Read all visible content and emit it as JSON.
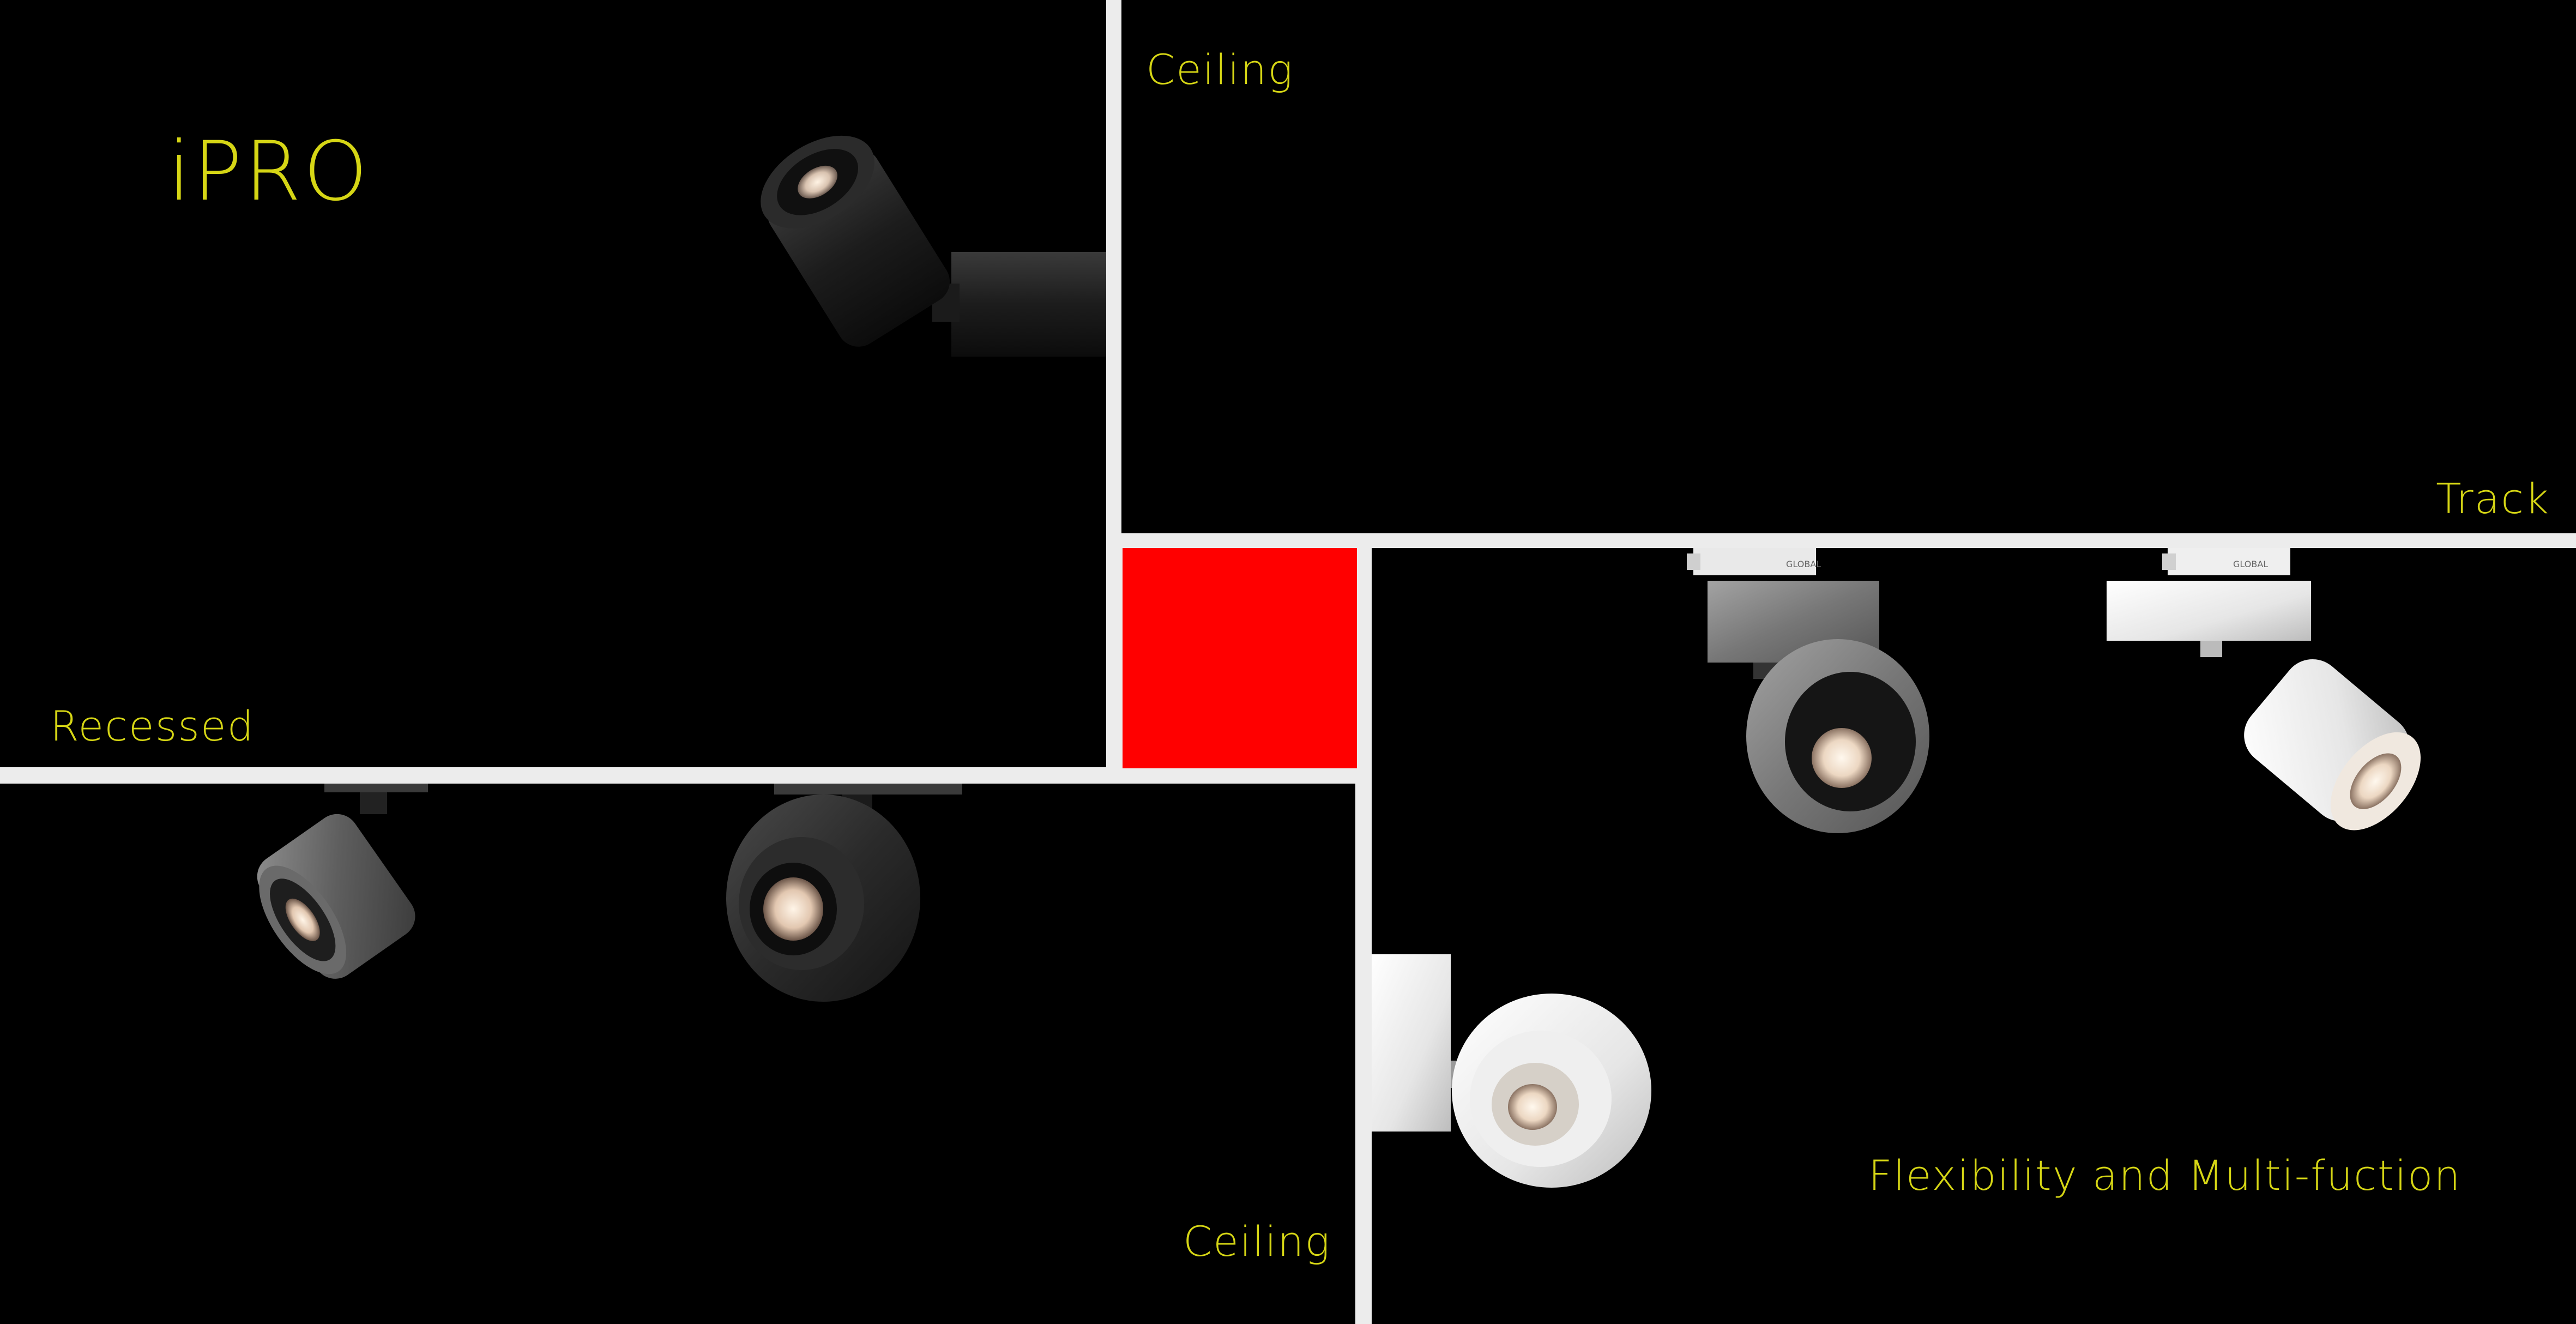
{
  "brand": "iPRO",
  "labels": {
    "recessed": "Recessed",
    "ceiling_top": "Ceiling",
    "track": "Track",
    "ceiling_bottom": "Ceiling",
    "flexibility": "Flexibility and Multi-fuction"
  },
  "track_adapter_text": "GLOBAL",
  "colors": {
    "background": "#000000",
    "divider": "#ececec",
    "accent_text": "#d6d615",
    "red_block": "#ff0000"
  },
  "products": [
    {
      "name": "wall-mounted-black-spotlight",
      "finish": "black"
    },
    {
      "name": "recessed-silver-cylinder-spotlight",
      "finish": "silver"
    },
    {
      "name": "recessed-black-round-spotlight",
      "finish": "black"
    },
    {
      "name": "track-silver-round-spotlight",
      "finish": "silver"
    },
    {
      "name": "track-white-cylinder-spotlight",
      "finish": "white"
    },
    {
      "name": "wall-mounted-white-round-spotlight",
      "finish": "white"
    }
  ]
}
